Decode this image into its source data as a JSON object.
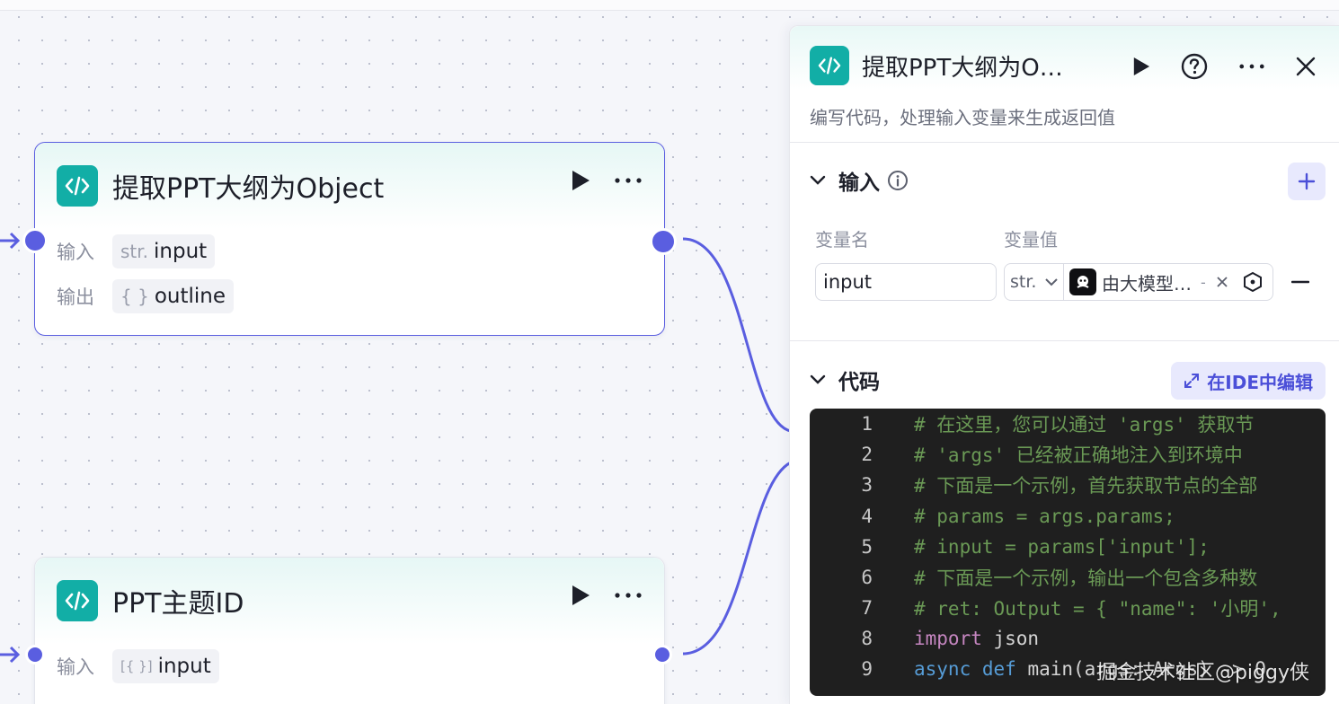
{
  "node1": {
    "title": "提取PPT大纲为Object",
    "input_label": "输入",
    "output_label": "输出",
    "input_type": "str.",
    "input_name": "input",
    "output_type": "{ }",
    "output_name": "outline"
  },
  "node2": {
    "title": "PPT主题ID",
    "input_label": "输入",
    "input_type": "[{ }]",
    "input_name": "input"
  },
  "panel": {
    "title": "提取PPT大纲为O…",
    "description": "编写代码，处理输入变量来生成返回值",
    "input_section": "输入",
    "col_name": "变量名",
    "col_value": "变量值",
    "var_name": "input",
    "var_type": "str.",
    "var_ref": "由大模型…",
    "var_ref_sep": "-",
    "code_section": "代码",
    "ide_button": "在IDE中编辑"
  },
  "code": {
    "lines": [
      {
        "n": "1",
        "text": "# 在这里，您可以通过 'args'  获取节"
      },
      {
        "n": "2",
        "text": "# 'args' 已经被正确地注入到环境中"
      },
      {
        "n": "3",
        "text": "# 下面是一个示例，首先获取节点的全部"
      },
      {
        "n": "4",
        "text": "# params = args.params;"
      },
      {
        "n": "5",
        "text": "# input = params['input'];"
      },
      {
        "n": "6",
        "text": "# 下面是一个示例，输出一个包含多种数"
      },
      {
        "n": "7",
        "text": "# ret: Output =  { \"name\": '小明',"
      },
      {
        "n": "8",
        "kw": "import",
        "rest": " json"
      },
      {
        "n": "9",
        "kw": "async def",
        "rest": " main(args: Args) -> O"
      }
    ],
    "watermark": "掘金技术社区@piggy侠"
  },
  "colors": {
    "accent": "#5a5ee0",
    "code_badge": "#12aea6",
    "editor_bg": "#1f1f1f",
    "comment": "#6a9955"
  }
}
